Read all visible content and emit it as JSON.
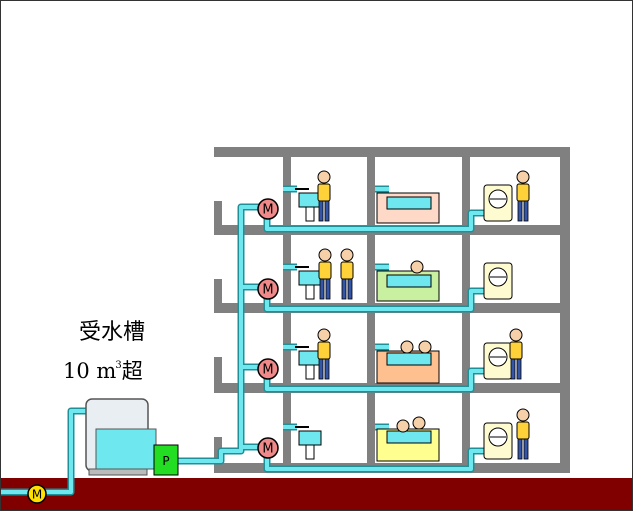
{
  "tank": {
    "label": "受水槽",
    "capacity_value": "10",
    "capacity_unit": "m",
    "capacity_power": "3",
    "capacity_suffix": "超"
  },
  "pump": {
    "label": "P"
  },
  "meter": {
    "label": "M"
  },
  "colors": {
    "water": "#6ee8ee",
    "pipe_outline": "#1f8f98",
    "building": "#808080",
    "ground": "#800000",
    "meter_fill": "#f08a8a",
    "main_meter_fill": "#ffe000",
    "pump_fill": "#22dd22"
  },
  "building": {
    "floors": 4,
    "rooms": [
      "washroom",
      "bathroom",
      "laundry"
    ]
  }
}
